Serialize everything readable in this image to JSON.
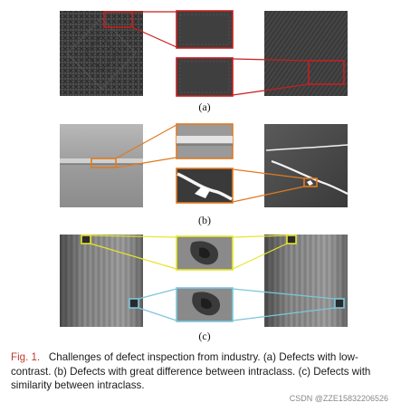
{
  "figure": {
    "panels": [
      {
        "label": "(a)",
        "highlight_color": "#c81e1e",
        "description": "low-contrast defects"
      },
      {
        "label": "(b)",
        "highlight_color": "#e07a20",
        "description": "intraclass difference"
      },
      {
        "label": "(c)",
        "highlight_colors": [
          "#e6e62a",
          "#7cc6dc"
        ],
        "description": "intraclass similarity"
      }
    ],
    "caption": {
      "fig_label": "Fig. 1.",
      "text": "Challenges of defect inspection from industry. (a) Defects with low-contrast. (b) Defects with great difference between intraclass. (c) Defects with similarity between intraclass."
    },
    "watermark": "CSDN @ZZE15832206526"
  }
}
